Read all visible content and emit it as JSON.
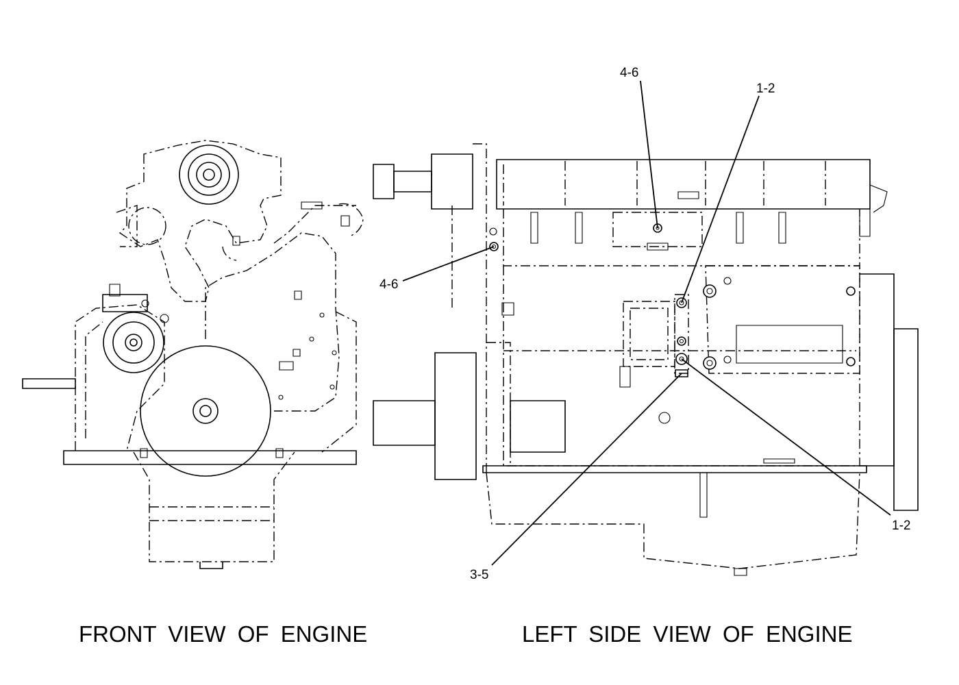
{
  "views": [
    {
      "id": "front",
      "caption": "FRONT VIEW OF ENGINE"
    },
    {
      "id": "left-side",
      "caption": "LEFT SIDE VIEW OF ENGINE"
    }
  ],
  "callouts": [
    {
      "id": "c1",
      "label": "4-6"
    },
    {
      "id": "c2",
      "label": "1-2"
    },
    {
      "id": "c3",
      "label": "4-6"
    },
    {
      "id": "c4",
      "label": "1-2"
    },
    {
      "id": "c5",
      "label": "3-5"
    }
  ]
}
